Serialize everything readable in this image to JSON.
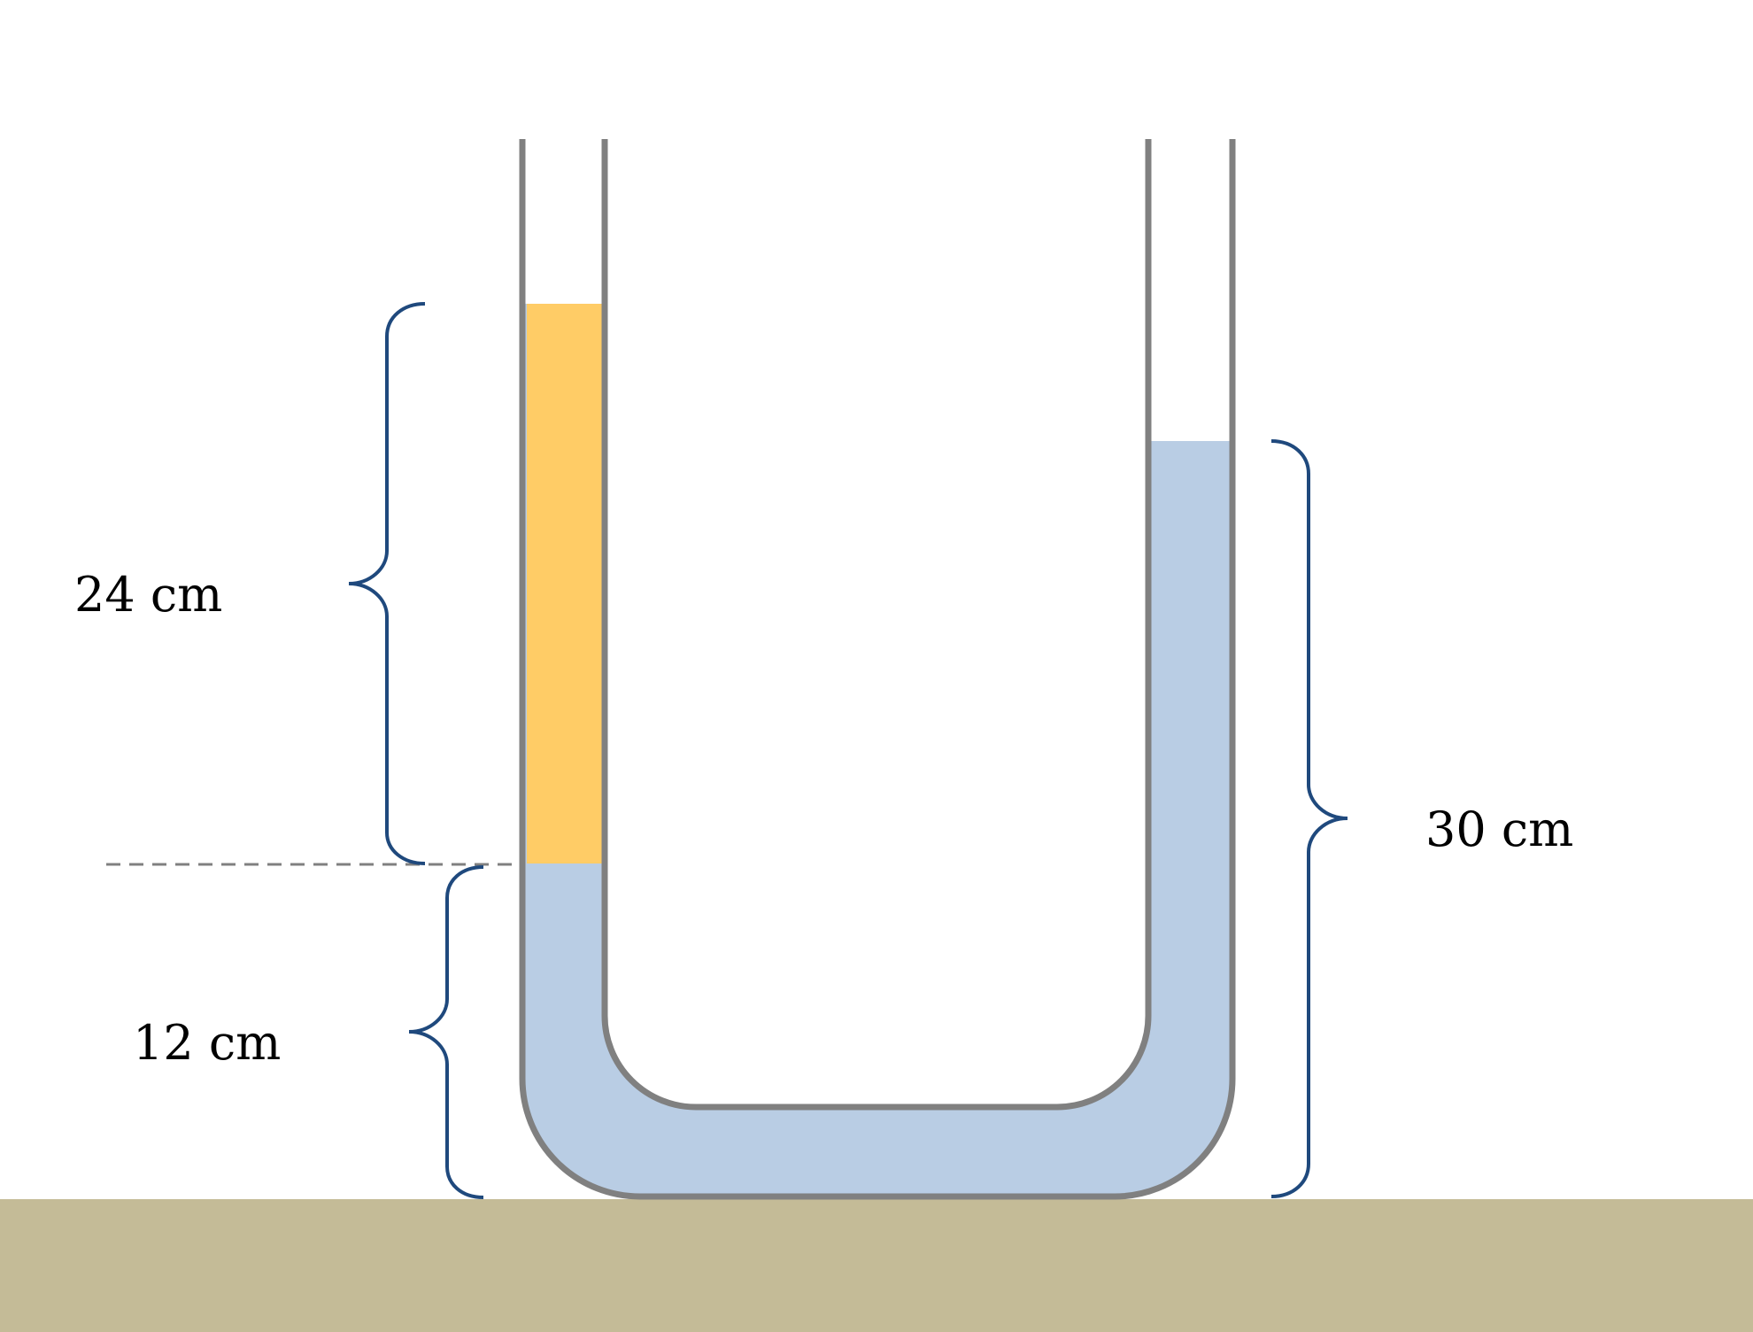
{
  "labels": {
    "left_fluid_height": "24 cm",
    "left_offset": "12 cm",
    "right_fluid_height": "30 cm"
  },
  "colors": {
    "tube": "#808080",
    "water": "#b9cde4",
    "oil": "#ffcc66",
    "ground": "#c4bb97",
    "brace": "#1f497d",
    "dashed_line": "#808080"
  }
}
